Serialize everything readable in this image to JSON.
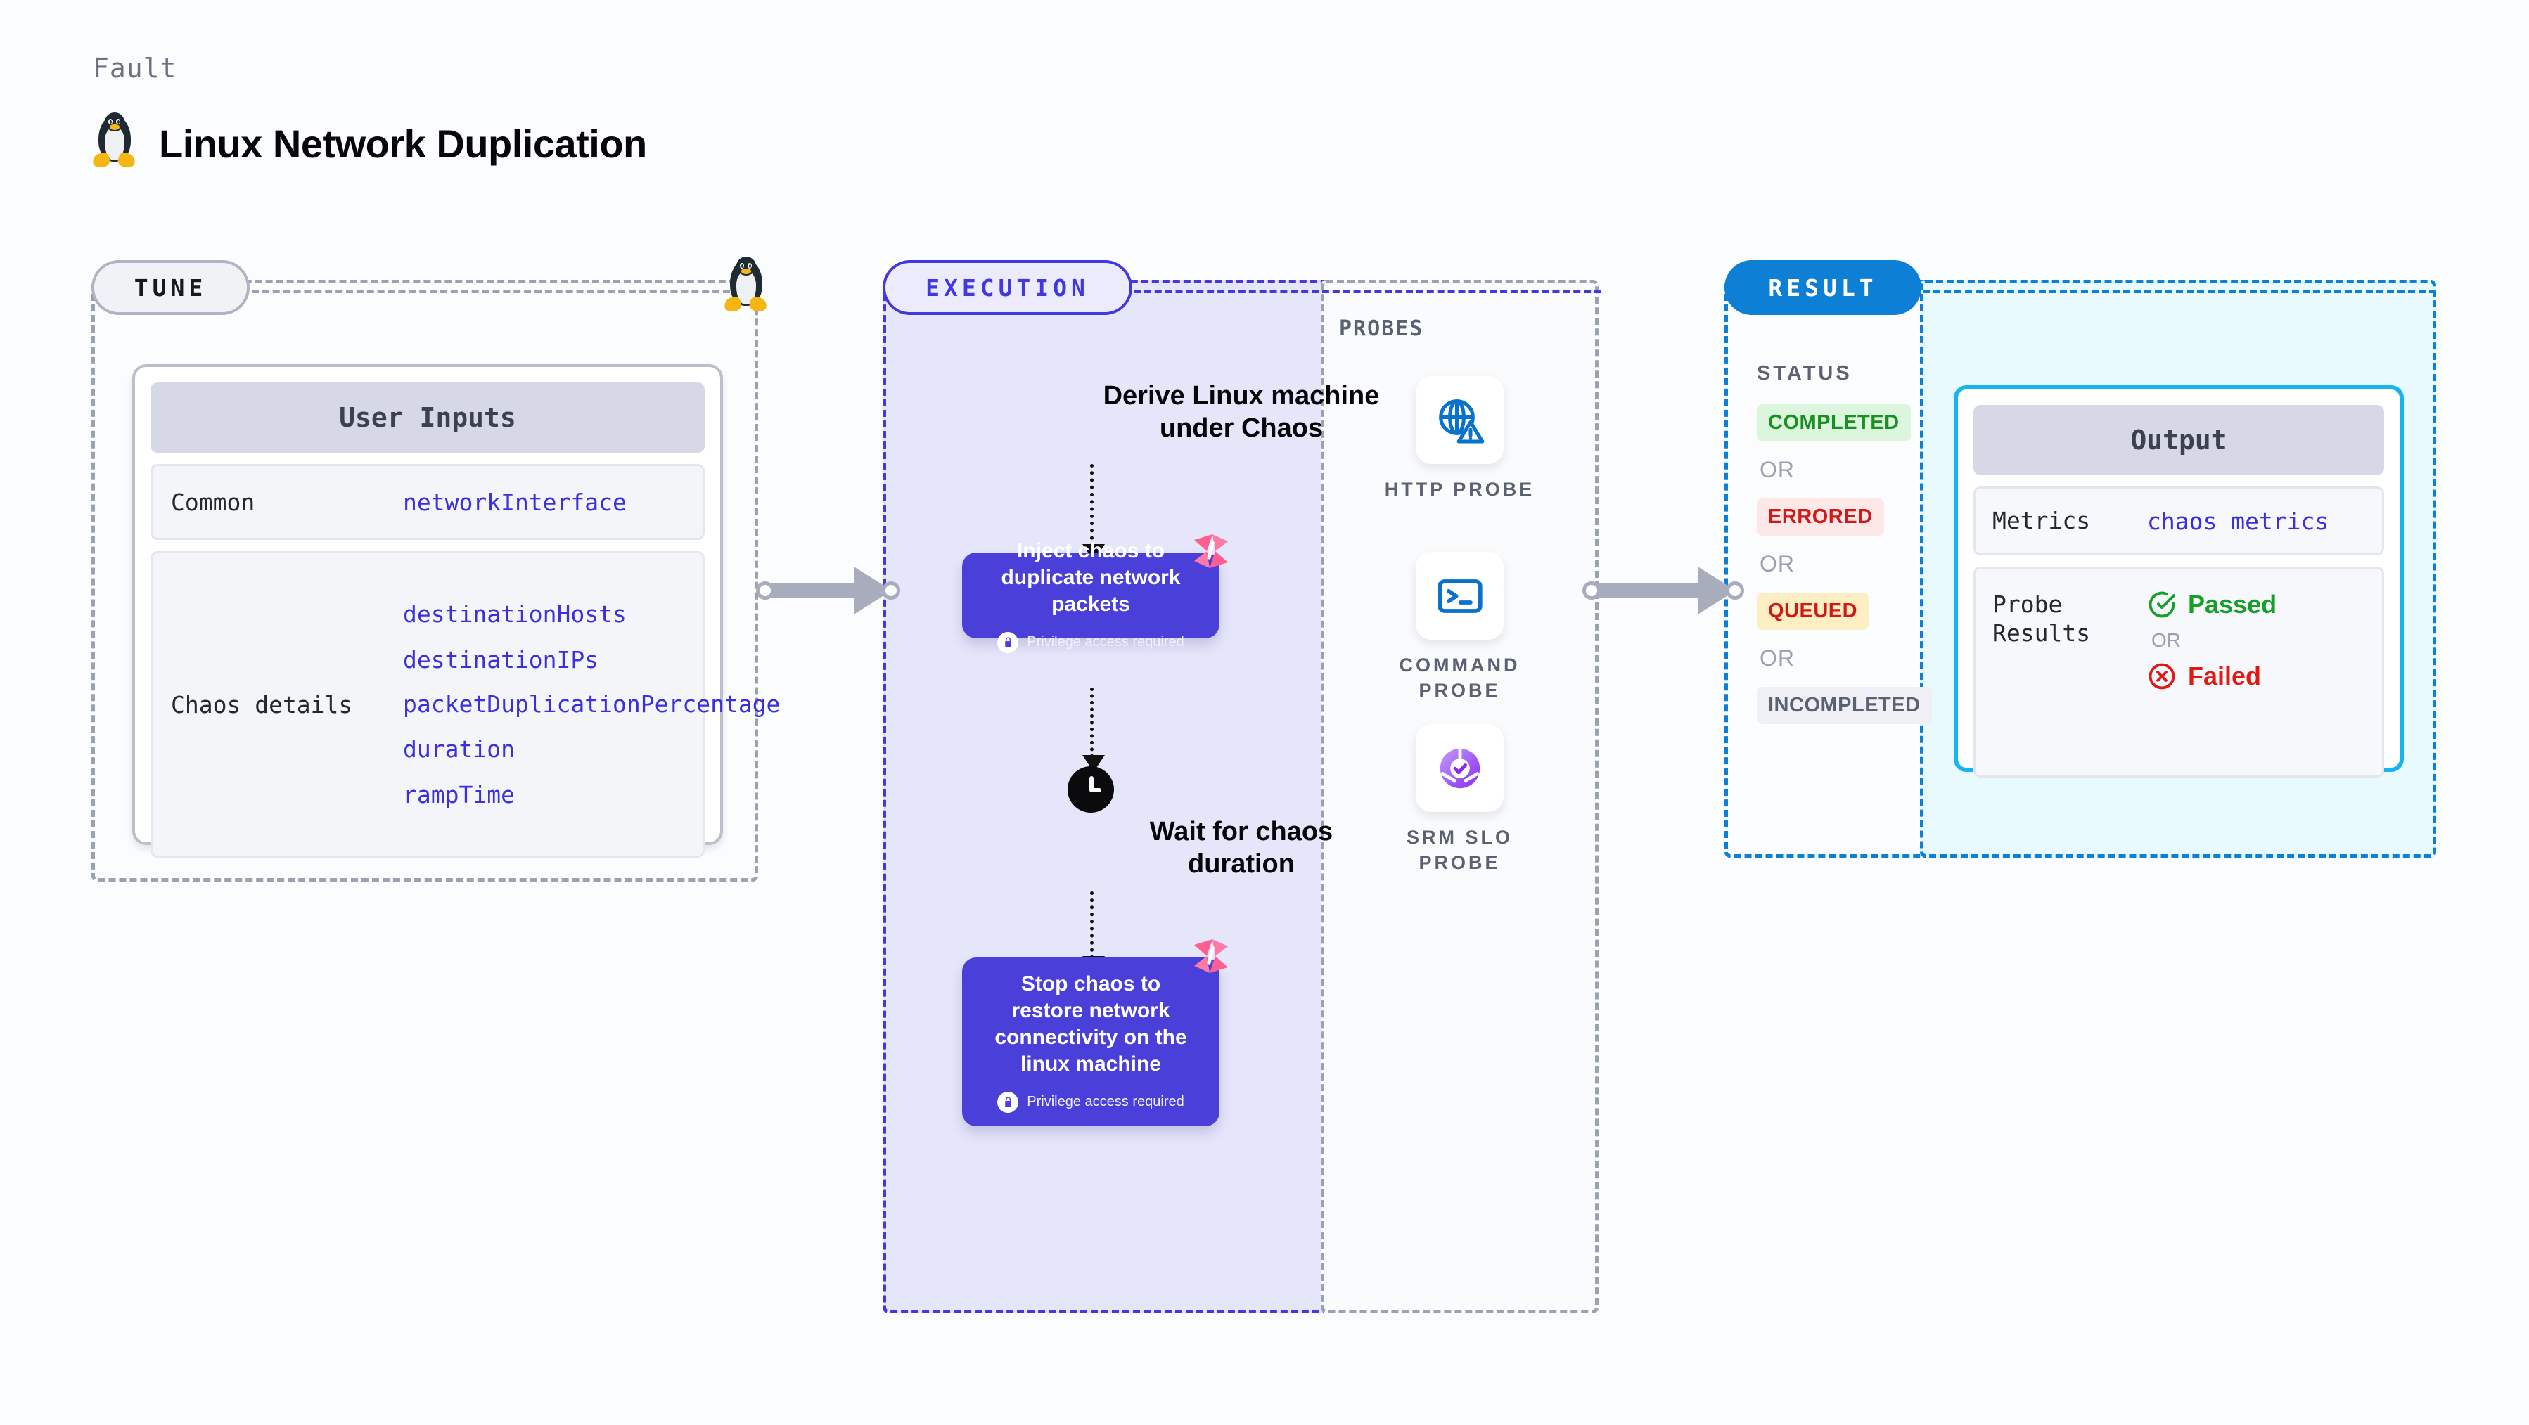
{
  "header": {
    "kicker": "Fault",
    "title": "Linux Network Duplication",
    "icon": "linux-penguin-icon"
  },
  "sections": {
    "tune": {
      "pill_label": "TUNE"
    },
    "execution": {
      "pill_label": "EXECUTION"
    },
    "probes": {
      "label": "PROBES"
    },
    "result": {
      "pill_label": "RESULT"
    }
  },
  "tune": {
    "card_title": "User Inputs",
    "rows": [
      {
        "label": "Common",
        "values": [
          "networkInterface"
        ]
      },
      {
        "label": "Chaos details",
        "values": [
          "destinationHosts",
          "destinationIPs",
          "packetDuplicationPercentage",
          "duration",
          "rampTime"
        ]
      }
    ]
  },
  "execution": {
    "step1_title": "Derive Linux machine\nunder Chaos",
    "chaos_box_1": {
      "title": "Inject chaos to duplicate network packets",
      "privilege_note": "Privilege access required"
    },
    "wait_title": "Wait for chaos\nduration",
    "wait_icon": "clock-icon",
    "chaos_box_2": {
      "title": "Stop chaos to restore network connectivity on the linux machine",
      "privilege_note": "Privilege access required"
    }
  },
  "probes": [
    {
      "icon": "globe-warning-icon",
      "caption": "HTTP PROBE"
    },
    {
      "icon": "terminal-prompt-icon",
      "caption": "COMMAND PROBE"
    },
    {
      "icon": "srm-slo-donut-check-icon",
      "caption": "SRM SLO PROBE"
    }
  ],
  "result": {
    "status_label": "STATUS",
    "or_label": "OR",
    "statuses": [
      {
        "text": "COMPLETED",
        "bg": "#dcf6dd",
        "fg": "#1a8f22"
      },
      {
        "text": "ERRORED",
        "bg": "#fde8e7",
        "fg": "#cf1a17"
      },
      {
        "text": "QUEUED",
        "bg": "#fdeec4",
        "fg": "#cf1a17"
      },
      {
        "text": "INCOMPLETED",
        "bg": "#eff0f5",
        "fg": "#5a6173"
      }
    ]
  },
  "output": {
    "card_title": "Output",
    "metrics_label": "Metrics",
    "metrics_value": "chaos metrics",
    "probe_results_label": "Probe\nResults",
    "passed_label": "Passed",
    "or_label": "OR",
    "failed_label": "Failed"
  },
  "colors": {
    "accent_purple": "#4a3fd9",
    "accent_blue": "#0d7fd4",
    "accent_cyan": "#16b4f0",
    "link_indigo": "#3b30db",
    "harness_pink": "#ff5e92",
    "grey_dash": "#9aa2b1"
  }
}
